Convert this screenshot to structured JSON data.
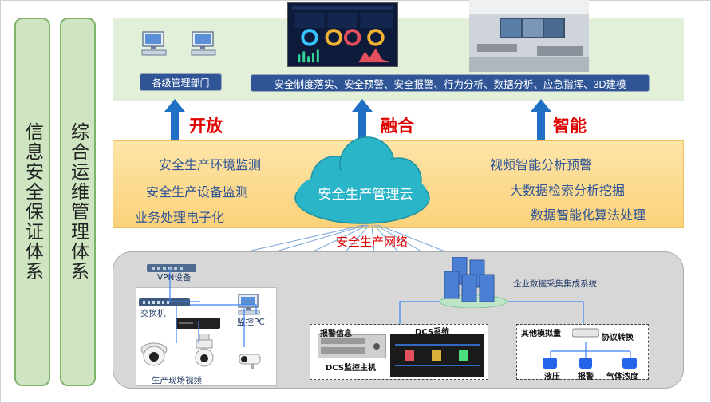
{
  "side_columns": {
    "left": "信息安全保证体系",
    "right": "综合运维管理体系"
  },
  "top": {
    "mgmt_label": "各级管理部门",
    "func_label": "安全制度落实、安全预警、安全报警、行为分析、数据分析、应急指挥、3D建模"
  },
  "arrows": {
    "left": "开放",
    "center": "融合",
    "right": "智能"
  },
  "middle": {
    "cloud": "安全生产管理云",
    "left_items": [
      "安全生产环境监测",
      "安全生产设备监测",
      "业务处理电子化"
    ],
    "right_items": [
      "视频智能分析预警",
      "大数据检索分析挖掘",
      "数据智能化算法处理"
    ]
  },
  "network_label": "安全生产网络",
  "bottom": {
    "vpn": "VPN设备",
    "switch": "交换机",
    "monitor_pc": "监控PC",
    "site_video": "生产现场视频",
    "collection_system": "企业数据采集集成系统",
    "alarm_info": "报警信息",
    "dcs_system": "DCS系统",
    "dcs_host": "DCS监控主机",
    "other_analog": "其他模拟量",
    "protocol_convert": "协议转换",
    "liquid_pressure": "液压",
    "alarm": "报警",
    "gas_concentration": "气体浓度"
  },
  "colors": {
    "side_fill": "#cfe5c2",
    "top_band": "#e2efd9",
    "label_blue": "#2f5597",
    "mid_band": "#fbd27a",
    "arrow_blue": "#1f6fc5",
    "arrow_text": "#e00000",
    "cloud": "#2ab5c8",
    "bottom_band": "#d7d7d7"
  }
}
